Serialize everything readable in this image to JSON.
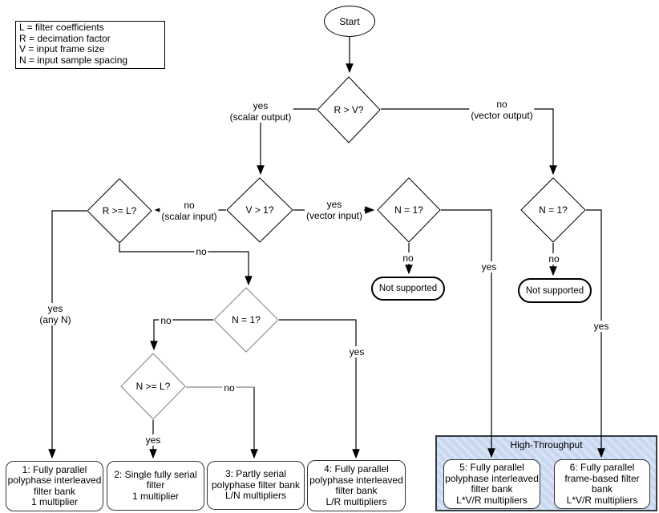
{
  "legend": {
    "lines": [
      "L = filter coefficients",
      "R = decimation factor",
      "V = input frame size",
      "N = input sample spacing"
    ]
  },
  "nodes": {
    "start": {
      "label": "Start"
    },
    "rv": {
      "label": "R > V?"
    },
    "v1": {
      "label": "V > 1?"
    },
    "rl": {
      "label": "R >= L?"
    },
    "n1_mid": {
      "label": "N = 1?"
    },
    "n1_right": {
      "label": "N = 1?"
    },
    "n1_low": {
      "label": "N = 1?"
    },
    "nl_low": {
      "label": "N >= L?"
    },
    "not_supported_mid": {
      "label": "Not supported"
    },
    "not_supported_right": {
      "label": "Not supported"
    }
  },
  "edges": {
    "rv_yes": "yes\n(scalar output)",
    "rv_no": "no\n(vector output)",
    "v1_no": "no\n(scalar input)",
    "v1_yes": "yes\n(vector input)",
    "rl_yes": "yes\n(any N)",
    "rl_no": "no",
    "n1_mid_no": "no",
    "n1_mid_yes": "yes",
    "n1_right_no": "no",
    "n1_right_yes": "yes",
    "n1_low_no": "no",
    "n1_low_yes": "yes",
    "nl_low_no": "no",
    "nl_low_yes": "yes"
  },
  "results": [
    {
      "text": "1: Fully parallel\npolyphase interleaved\nfilter bank\n1 multiplier"
    },
    {
      "text": "2: Single fully serial\nfilter\n1 multiplier"
    },
    {
      "text": "3: Partly serial\npolyphase filter bank\nL/N multipliers"
    },
    {
      "text": "4: Fully parallel\npolyphase interleaved\nfilter bank\nL/R multipliers"
    },
    {
      "text": "5: Fully parallel\npolyphase interleaved\nfilter bank\nL*V/R multipliers"
    },
    {
      "text": "6: Fully parallel\nframe-based filter\nbank\nL*V/R multipliers"
    }
  ],
  "high_throughput": {
    "title": "High-Throughput",
    "fill_base": "#c9d8f0",
    "fill_stripe": "#d9e4f6",
    "border": "#36393d"
  },
  "colors": {
    "line": "#000000",
    "gray_diamond": "#808080"
  }
}
